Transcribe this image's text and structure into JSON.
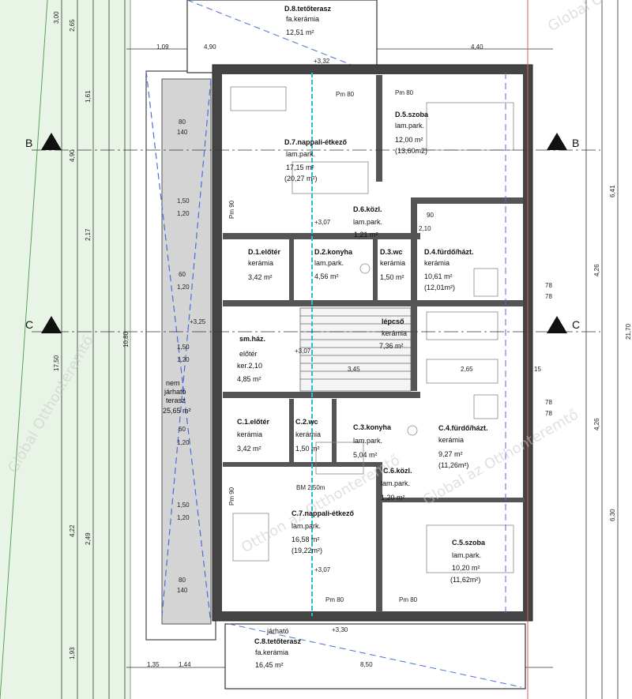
{
  "watermark": {
    "text_global": "Global Otthonteremtő",
    "text_az": "Global az Otthonteremtő",
    "text_on": "Otthon az Otthonteremtő",
    "color": "#c8c8c8"
  },
  "section_markers": {
    "b": "B",
    "c": "C"
  },
  "heights": {
    "top": "+3,32",
    "upper_floor": "+3,07",
    "upper_floor2": "+3,07",
    "mid": "+3,25",
    "bottom": "+3,30",
    "lower_floor": "+3,07"
  },
  "rooms": {
    "d8": {
      "name": "D.8.tetőterasz",
      "floor": "fa.kerámia",
      "area": "12,51 m²"
    },
    "d7": {
      "name": "D.7.nappali-étkező",
      "floor": "lam.park.",
      "area": "17,15 m²",
      "area2": "(20,27 m²)"
    },
    "d5": {
      "name": "D.5.szoba",
      "floor": "lam.park.",
      "area": "12,00 m²",
      "area2": "(13,60m2)"
    },
    "d6": {
      "name": "D.6.közl.",
      "floor": "lam.park.",
      "area": "1,21 m²"
    },
    "d1": {
      "name": "D.1.előtér",
      "floor": "kerámia",
      "area": "3,42 m²"
    },
    "d2": {
      "name": "D.2.konyha",
      "floor": "lam.park.",
      "area": "4,56 m²"
    },
    "d3": {
      "name": "D.3.wc",
      "floor": "kerámia",
      "area": "1,50 m²"
    },
    "d4": {
      "name": "D.4.fürdő/házt.",
      "floor": "kerámia",
      "area": "10,61 m²",
      "area2": "(12,01m²)"
    },
    "lepcso": {
      "name": "lépcső",
      "floor": "kerámia",
      "area": "7,36 m²"
    },
    "kozos": {
      "name": "sm.ház.",
      "name2": "előtér",
      "floor": "ker.2,10",
      "area": "4,85 m²"
    },
    "terasz": {
      "name": "nem",
      "name2": "járható",
      "name3": "terasz",
      "area": "25,65 m²"
    },
    "c1": {
      "name": "C.1.előtér",
      "floor": "kerámia",
      "area": "3,42 m²"
    },
    "c2": {
      "name": "C.2.wc",
      "floor": "kerámia",
      "area": "1,50 m²"
    },
    "c3": {
      "name": "C.3.konyha",
      "floor": "lam.park.",
      "area": "5,04 m²"
    },
    "c4": {
      "name": "C.4.fürdő/házt.",
      "floor": "kerámia",
      "area": "9,27 m²",
      "area2": "(11,26m²)"
    },
    "c6": {
      "name": "C.6.közl.",
      "floor": "lam.park.",
      "area": "1,20 m²"
    },
    "c7": {
      "name": "C.7.nappali-étkező",
      "floor": "lam.park.",
      "area": "16,58 m²",
      "area2": "(19,22m²)"
    },
    "c5": {
      "name": "C.5.szoba",
      "floor": "lam.park.",
      "area": "10,20 m²",
      "area2": "(11,62m²)"
    },
    "c8": {
      "name": "C.8.tetőterasz",
      "name_pre": "járható",
      "floor": "fa.kerámia",
      "area": "16,45 m²"
    }
  },
  "labels": {
    "pm80_top": "Pm 80",
    "pm80_top2": "Pm 80",
    "pm80_bot": "Pm 80",
    "pm80_bot2": "Pm 80",
    "pm90": "Pm 90",
    "pm90b": "Pm 90",
    "bm": "BM 2,50m",
    "w80_140": "80",
    "h140": "140",
    "w80_140b": "80",
    "h140b": "140",
    "w150": "1,50",
    "h120": "1,20",
    "w150b": "1,50",
    "h120b": "1,20",
    "w150c": "1,50",
    "h120c": "1,20",
    "w60": "60",
    "h120d": "1,20",
    "w60b": "60",
    "h120e": "1,20",
    "w90": "90",
    "h210": "2,10",
    "w78": "78",
    "h78": "78",
    "w78b": "78",
    "h78b": "78"
  },
  "dims": {
    "top_left": "1,09",
    "top_mid": "4,90",
    "top_right": "4,40",
    "mid_345": "3,45",
    "mid_265": "2,65",
    "mid_15": "15",
    "bot_135": "1,35",
    "bot_144": "1,44",
    "bot_850": "8,50",
    "total": "21,70",
    "r641": "6,41",
    "r630": "6,30",
    "r426": "4,26",
    "r426b": "4,26",
    "l1080": "10,80",
    "l1750": "17,50",
    "l422": "4,22",
    "l490": "4,90",
    "l217": "2,17",
    "l249": "2,49",
    "l300": "3,00",
    "l265": "2,65",
    "l193": "1,93",
    "l161": "1,61"
  }
}
